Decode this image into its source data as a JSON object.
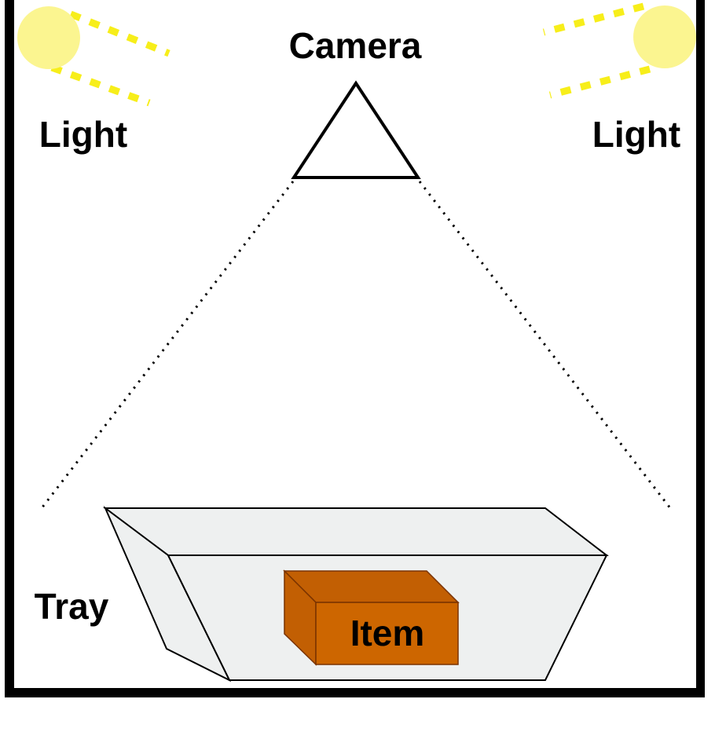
{
  "labels": {
    "camera": "Camera",
    "light_left": "Light",
    "light_right": "Light",
    "tray": "Tray",
    "item": "Item"
  },
  "colors": {
    "light_fill": "#fbf590",
    "light_ray": "#f7ee1a",
    "tray_fill": "#eef0f0",
    "item_front": "#cd6600",
    "item_side": "#c25f03",
    "item_stroke": "#7a3300",
    "frame": "#000000"
  }
}
